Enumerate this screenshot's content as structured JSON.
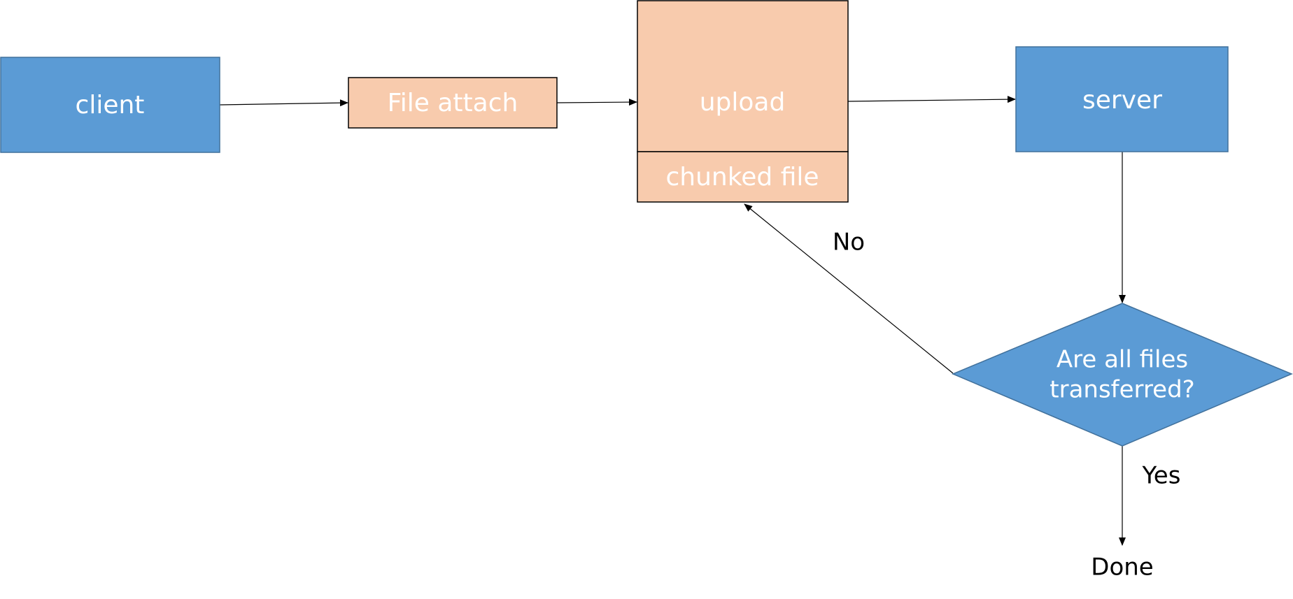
{
  "diagram": {
    "nodes": {
      "client": {
        "label": "client"
      },
      "file_attach": {
        "label": "File attach"
      },
      "upload": {
        "label": "upload"
      },
      "chunked_file": {
        "label": "chunked file"
      },
      "server": {
        "label": "server"
      },
      "decision": {
        "line1": "Are all files",
        "line2": "transferred?"
      },
      "done": {
        "label": "Done"
      }
    },
    "edges": {
      "no_label": "No",
      "yes_label": "Yes"
    }
  },
  "colors": {
    "blue_fill": "#5b9bd5",
    "blue_stroke": "#41719c",
    "peach_fill": "#f8cbad",
    "peach_stroke": "#000000",
    "arrow": "#000000"
  }
}
